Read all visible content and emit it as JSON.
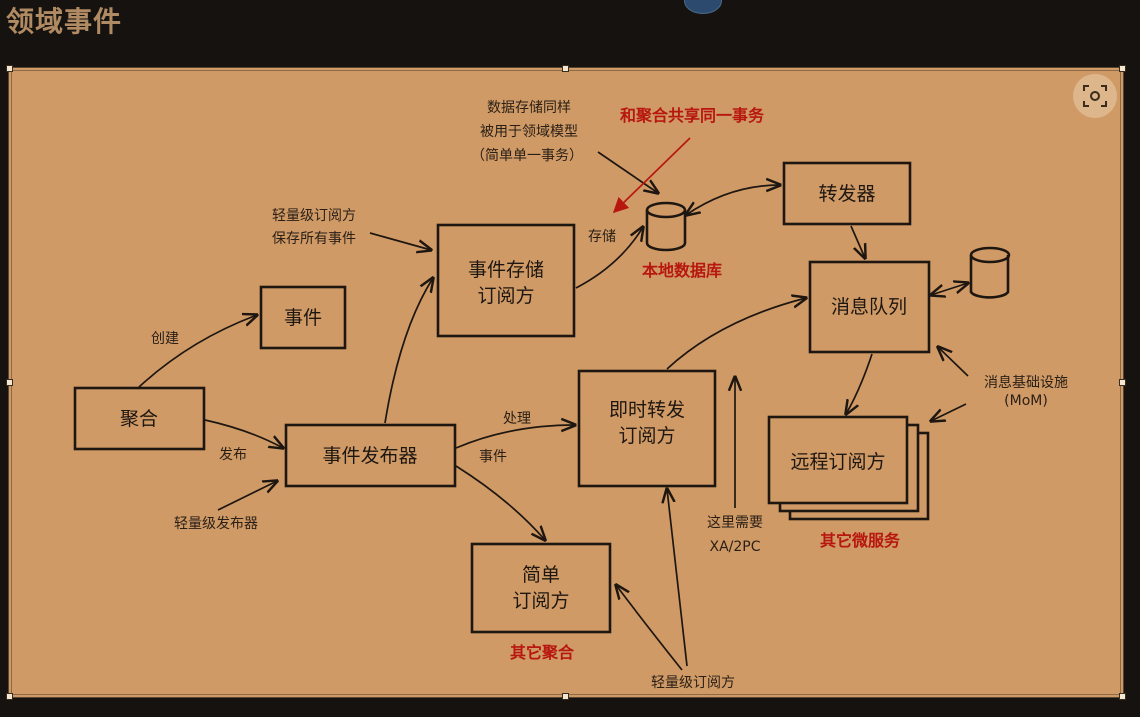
{
  "page": {
    "title": "领域事件"
  },
  "toolbar": {
    "focus_icon": "focus-scan-icon"
  },
  "diagram": {
    "boxes": {
      "aggregate": "聚合",
      "event": "事件",
      "publisher": "事件发布器",
      "store_sub": [
        "事件存储",
        "订阅方"
      ],
      "forwarder": "转发器",
      "mq": "消息队列",
      "instant_sub": [
        "即时转发",
        "订阅方"
      ],
      "simple_sub": [
        "简单",
        "订阅方"
      ],
      "remote_sub": "远程订阅方"
    },
    "labels": {
      "create": "创建",
      "publish": "发布",
      "light_publisher": "轻量级发布器",
      "light_sub_save": [
        "轻量级订阅方",
        "保存所有事件"
      ],
      "data_store_note": [
        "数据存储同样",
        "被用于领域模型",
        "（简单单一事务）"
      ],
      "store": "存储",
      "process": "处理",
      "event_word": "事件",
      "xa": [
        "这里需要",
        "XA/2PC"
      ],
      "mom": [
        "消息基础设施",
        "(MoM)"
      ],
      "light_sub": "轻量级订阅方"
    },
    "red_labels": {
      "same_txn": "和聚合共享同一事务",
      "local_db": "本地数据库",
      "other_agg": "其它聚合",
      "other_ms": "其它微服务"
    },
    "colors": {
      "background": "#cf9a66",
      "ink": "#1e1610",
      "highlight": "#b8170f"
    }
  }
}
